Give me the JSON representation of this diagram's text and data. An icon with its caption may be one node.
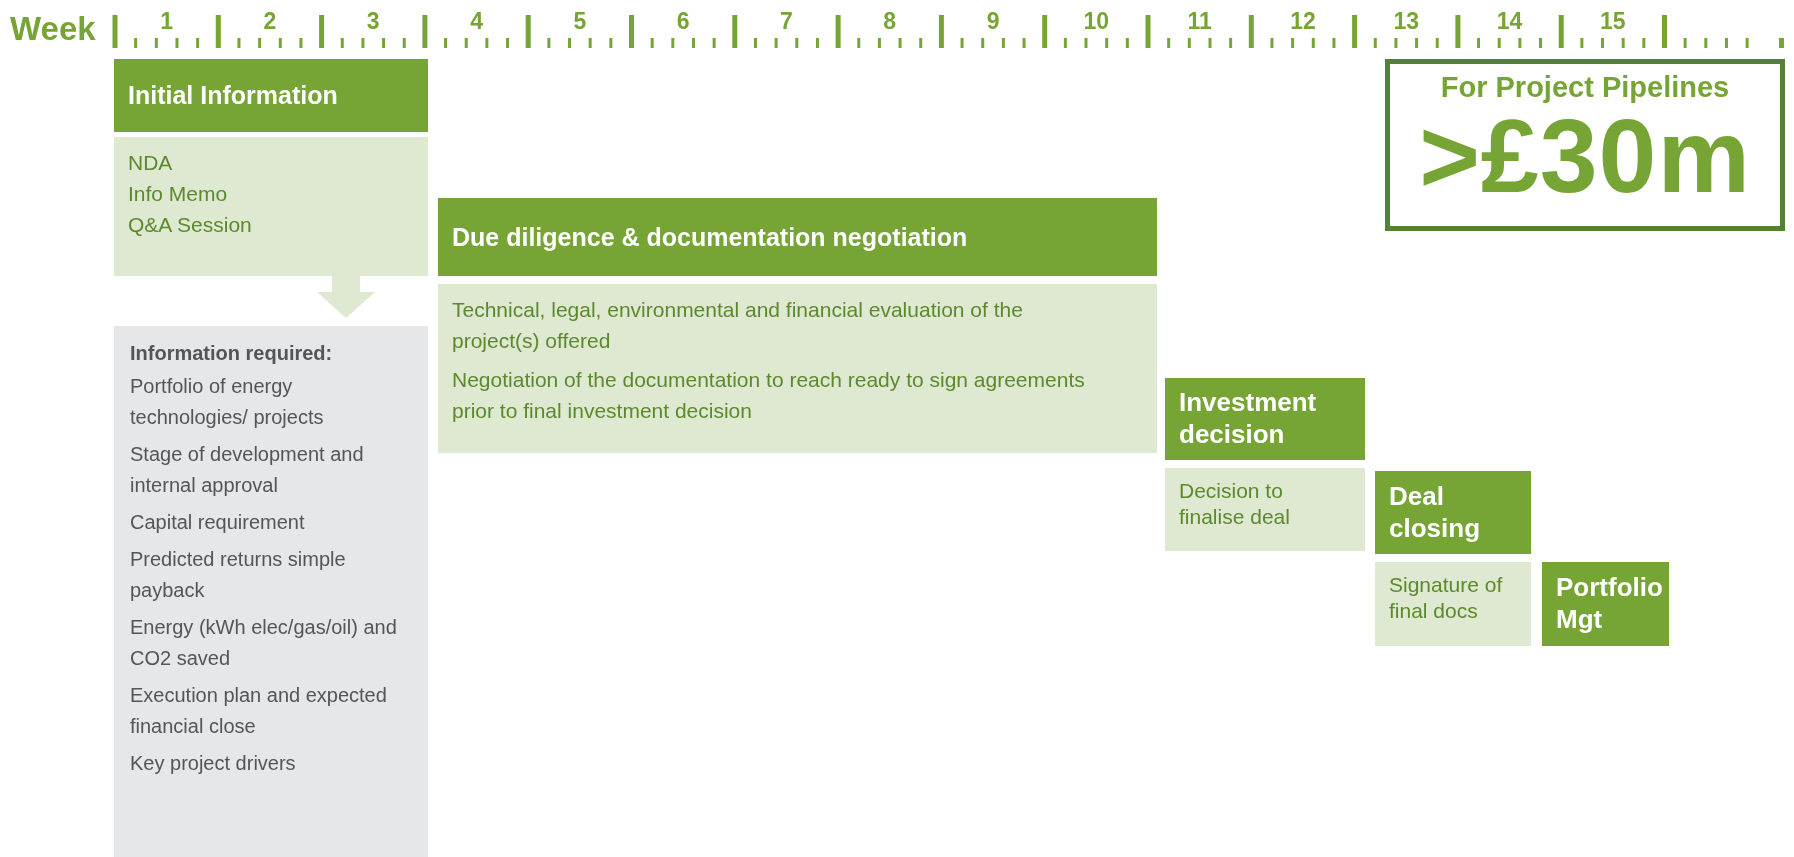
{
  "diagram": {
    "nodes": [
      {
        "text": [
          "Initial Information"
        ]
      },
      {
        "text": [
          "NDA",
          "Info Memo",
          "Q&A Session"
        ]
      },
      {
        "text": [
          "Information required:",
          "Portfolio of energy technologies/ projects",
          "Stage of development and internal approval",
          "Capital requirement",
          "Predicted returns simple payback",
          "Energy (kWh elec/gas/oil) and CO2 saved",
          "Execution plan and expected financial close",
          "Key project drivers"
        ]
      },
      {
        "text": [
          "Due diligence & documentation negotiation"
        ]
      },
      {
        "text": [
          "Technical, legal, environmental and financial evaluation of the project(s) offered",
          "Negotiation of the documentation to reach ready to sign agreements prior to final investment decision"
        ]
      },
      {
        "text": [
          "Investment decision"
        ]
      },
      {
        "text": [
          "Decision to finalise deal"
        ]
      },
      {
        "text": [
          "Deal closing"
        ]
      },
      {
        "text": [
          "Signature of final docs"
        ]
      },
      {
        "text": [
          "Portfolio Mgt"
        ]
      },
      {
        "text": [
          "For Project Pipelines",
          ">£30m"
        ]
      }
    ],
    "edges": [
      {
        "from": 1,
        "to": 2,
        "arrow": "to"
      }
    ],
    "labels": [
      "Week",
      "1",
      "2",
      "3",
      "4",
      "5",
      "6",
      "7",
      "8",
      "9",
      "10",
      "11",
      "12",
      "13",
      "14",
      "15"
    ]
  }
}
